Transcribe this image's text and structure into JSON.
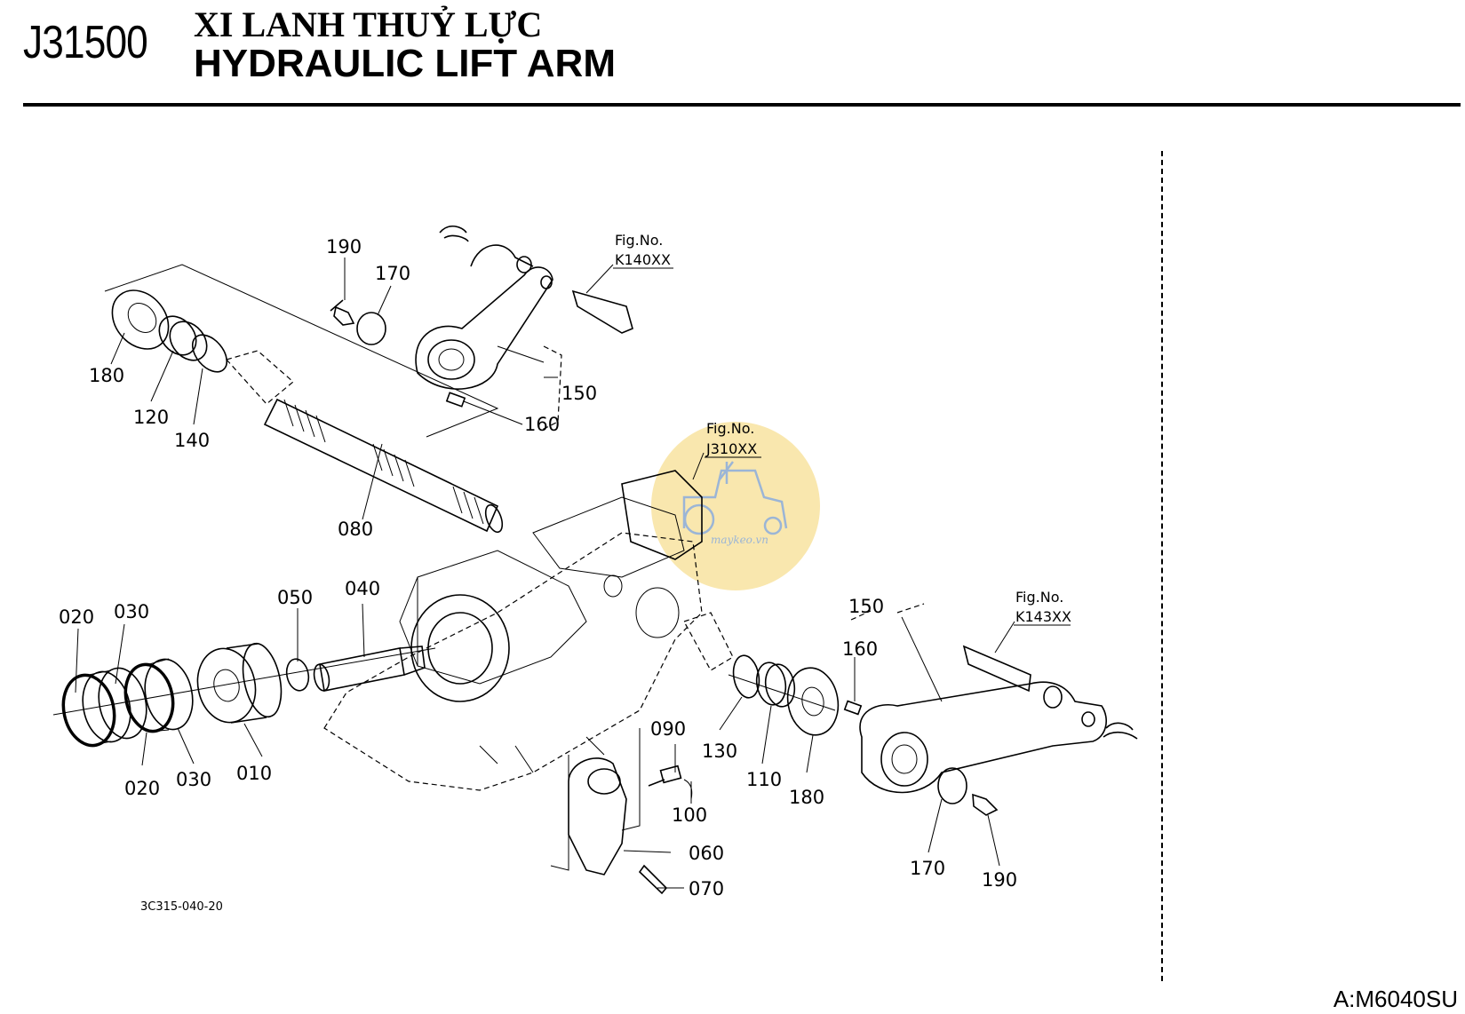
{
  "header": {
    "code": "J31500",
    "title_vi": "XI LANH THUỶ LỰC",
    "title_en": "HYDRAULIC LIFT ARM"
  },
  "footer": {
    "model": "A:M6040SU",
    "drawing_number": "3C315-040-20"
  },
  "watermark": {
    "text": "maykeo.vn",
    "color": "#f8e3a0"
  },
  "fig_refs": [
    {
      "id": "k140",
      "label": "Fig.No.",
      "ref": "K140XX"
    },
    {
      "id": "j310",
      "label": "Fig.No.",
      "ref": "J310XX"
    },
    {
      "id": "k143",
      "label": "Fig.No.",
      "ref": "K143XX"
    }
  ],
  "callouts": {
    "c190a": "190",
    "c170a": "170",
    "c180a": "180",
    "c120": "120",
    "c140": "140",
    "c150a": "150",
    "c160a": "160",
    "c080": "080",
    "c020a": "020",
    "c030a": "030",
    "c050": "050",
    "c040": "040",
    "c020b": "020",
    "c030b": "030",
    "c010": "010",
    "c090": "090",
    "c100": "100",
    "c060": "060",
    "c070": "070",
    "c150b": "150",
    "c160b": "160",
    "c130": "130",
    "c110": "110",
    "c180b": "180",
    "c170b": "170",
    "c190b": "190"
  }
}
